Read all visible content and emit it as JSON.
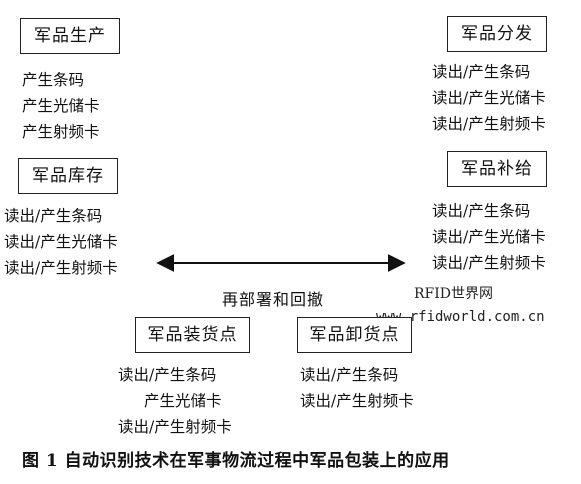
{
  "boxes": {
    "production": {
      "title": "军品生产",
      "lines": [
        "产生条码",
        "产生光储卡",
        "产生射频卡"
      ]
    },
    "distribution": {
      "title": "军品分发",
      "lines": [
        "读出/产生条码",
        "读出/产生光储卡",
        "读出/产生射频卡"
      ]
    },
    "inventory": {
      "title": "军品库存",
      "lines": [
        "读出/产生条码",
        "读出/产生光储卡",
        "读出/产生射频卡"
      ]
    },
    "supply": {
      "title": "军品补给",
      "lines": [
        "读出/产生条码",
        "读出/产生光储卡",
        "读出/产生射频卡"
      ]
    },
    "loading": {
      "title": "军品装货点",
      "lines": [
        "读出/产生条码",
        "产生光储卡",
        "读出/产生射频卡"
      ]
    },
    "unloading": {
      "title": "军品卸货点",
      "lines": [
        "读出/产生条码",
        "读出/产生射频卡"
      ]
    }
  },
  "arrow_label": "再部署和回撤",
  "watermark": {
    "name": "RFID世界网",
    "url": "www.rfidworld.com.cn"
  },
  "caption": "图 1 自动识别技术在军事物流过程中军品包装上的应用"
}
